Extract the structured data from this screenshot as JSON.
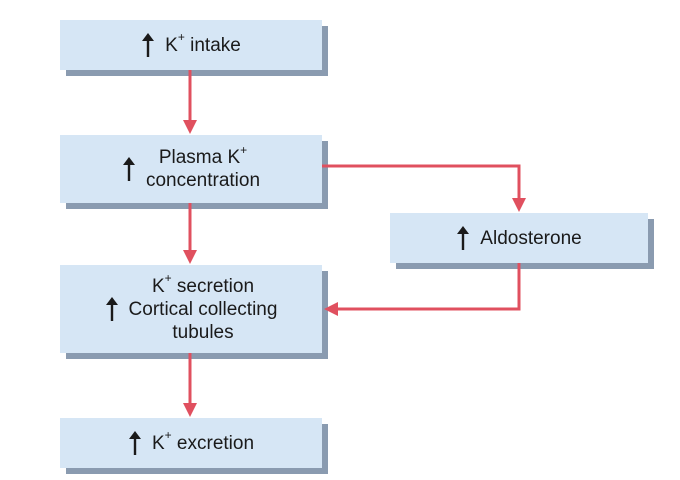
{
  "colors": {
    "box_fill": "#d6e6f5",
    "box_shadow": "#8a9bb0",
    "arrow": "#e0505f",
    "text": "#1a1a1a"
  },
  "nodes": {
    "k_intake": {
      "ion": "K",
      "charge": "+",
      "text": " intake"
    },
    "plasma_k": {
      "line1_text": "Plasma K",
      "line1_charge": "+",
      "line2": "concentration"
    },
    "k_secretion": {
      "line1_ion": "K",
      "line1_charge": "+",
      "line1_text": " secretion",
      "line2": "Cortical collecting",
      "line3": "tubules"
    },
    "k_excretion": {
      "ion": "K",
      "charge": "+",
      "text": " excretion"
    },
    "aldosterone": {
      "text": "Aldosterone"
    }
  },
  "icons": {
    "increase": "up-arrow-icon"
  }
}
